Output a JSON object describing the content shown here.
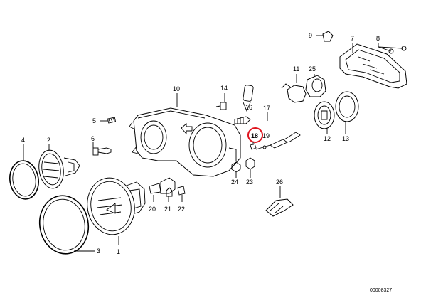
{
  "diagram": {
    "catalog_number": "00008327",
    "highlighted_part": "18",
    "highlight_color": "#e0141e",
    "line_color": "#000000",
    "background": "#ffffff",
    "labels": {
      "p1": "1",
      "p2": "2",
      "p3": "3",
      "p4": "4",
      "p5": "5",
      "p6": "6",
      "p7": "7",
      "p8": "8",
      "p9": "9",
      "p10": "10",
      "p11": "11",
      "p12": "12",
      "p13": "13",
      "p14": "14",
      "p16": "16",
      "p17": "17",
      "p18": "18",
      "p19": "19",
      "p20": "20",
      "p21": "21",
      "p22": "22",
      "p23": "23",
      "p24": "24",
      "p25": "25",
      "p26": "26"
    }
  }
}
